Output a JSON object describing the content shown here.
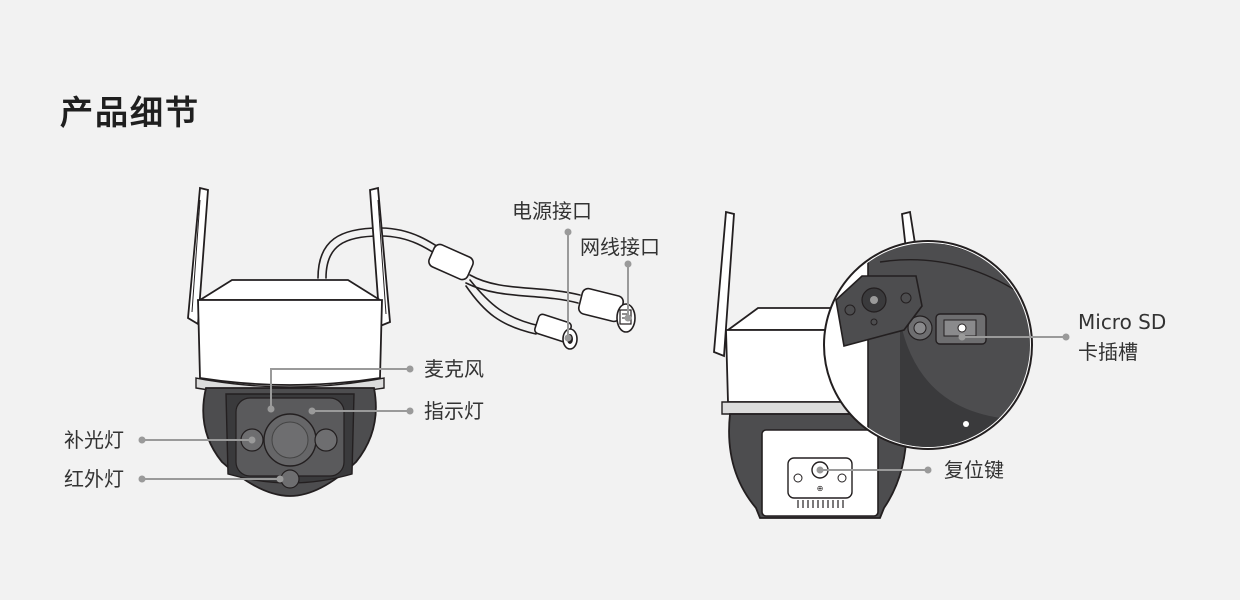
{
  "title": "产品细节",
  "colors": {
    "background": "#f2f2f2",
    "camera_dark": "#4d4d4f",
    "camera_darker": "#3a3a3c",
    "camera_light": "#ffffff",
    "outline": "#231f20",
    "callout": "#9a9a9a"
  },
  "callouts": {
    "power_port": "电源接口",
    "network_port": "网线接口",
    "microphone": "麦克风",
    "indicator_light": "指示灯",
    "fill_light": "补光灯",
    "ir_light": "红外灯",
    "sd_slot_line1": "Micro SD",
    "sd_slot_line2": "卡插槽",
    "reset_button": "复位键"
  }
}
